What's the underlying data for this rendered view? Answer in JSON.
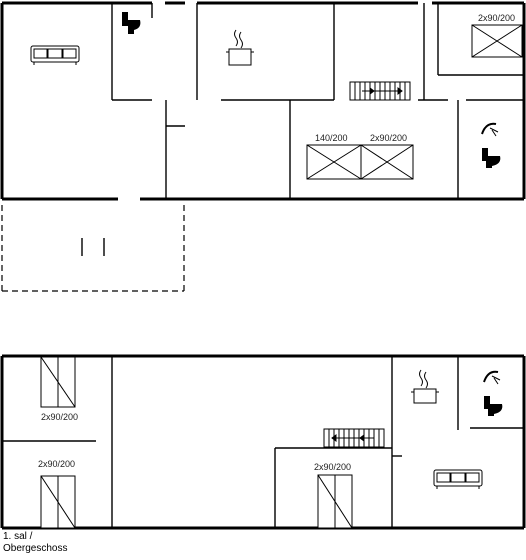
{
  "floor_label_line1": "1. sal /",
  "floor_label_line2": "Obergeschoss",
  "bed_labels": {
    "ground_top_right": "2x90/200",
    "ground_center_left": "140/200",
    "ground_center_right": "2x90/200",
    "upper_top_left": "2x90/200",
    "upper_bottom_left": "2x90/200",
    "upper_bottom_center": "2x90/200"
  },
  "icons": [
    "sofa-icon",
    "toilet-icon",
    "cooking-pot-icon",
    "shower-icon",
    "stairs-icon",
    "bed-icon"
  ]
}
